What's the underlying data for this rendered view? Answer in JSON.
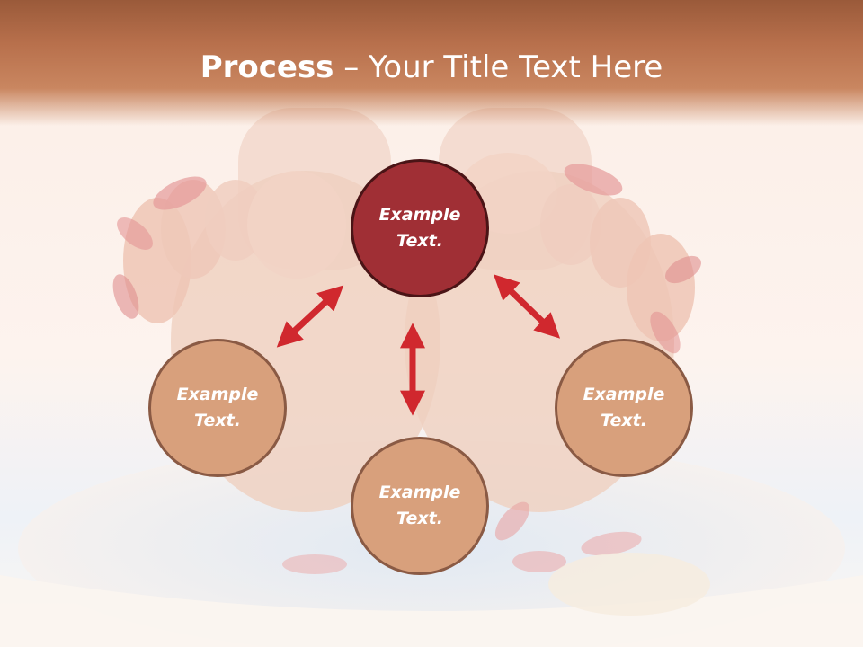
{
  "title": {
    "bold": "Process",
    "rest": " – Your Title Text Here"
  },
  "nodes": {
    "center": "Example\nText.",
    "left": "Example\nText.",
    "right": "Example\nText.",
    "bottom": "Example\nText."
  },
  "colors": {
    "center_fill": "#a02f35",
    "satellite_fill": "#d8a07c",
    "arrow": "#d0282e",
    "header": "#c07a55"
  },
  "icons": {
    "arrows": "double-headed-arrow"
  }
}
